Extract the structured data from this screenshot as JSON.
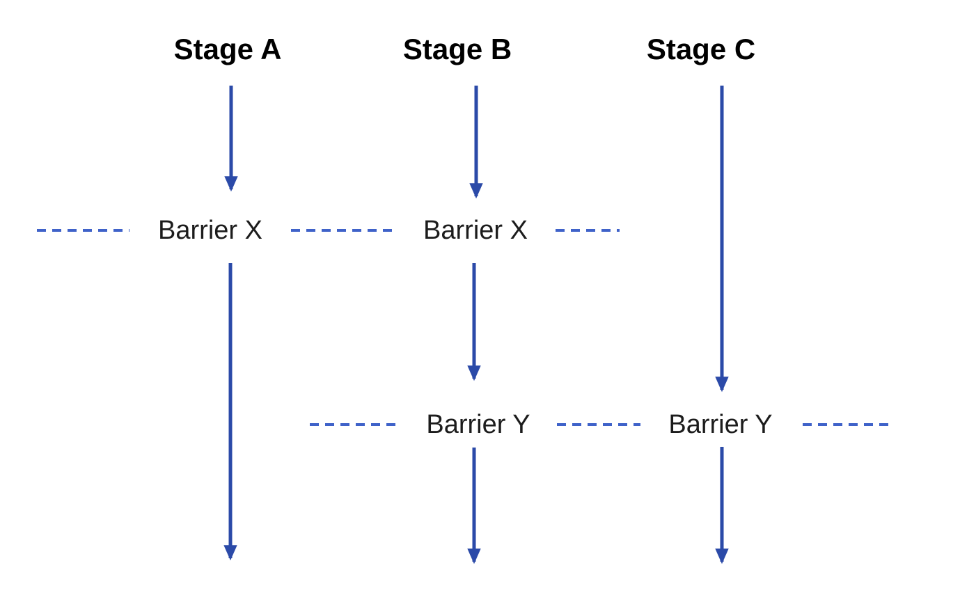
{
  "diagram": {
    "type": "flow-diagram",
    "stages": [
      {
        "id": "stage-a",
        "label": "Stage A"
      },
      {
        "id": "stage-b",
        "label": "Stage B"
      },
      {
        "id": "stage-c",
        "label": "Stage C"
      }
    ],
    "barriers": [
      {
        "id": "barrier-x-1",
        "row": "X",
        "label": "Barrier X"
      },
      {
        "id": "barrier-x-2",
        "row": "X",
        "label": "Barrier X"
      },
      {
        "id": "barrier-y-1",
        "row": "Y",
        "label": "Barrier Y"
      },
      {
        "id": "barrier-y-2",
        "row": "Y",
        "label": "Barrier Y"
      }
    ],
    "colors": {
      "arrow": "#2b4aa8",
      "dash": "#3f62c9",
      "stage_text": "#000000",
      "barrier_text": "#1c1c1c",
      "bg": "#ffffff"
    }
  }
}
